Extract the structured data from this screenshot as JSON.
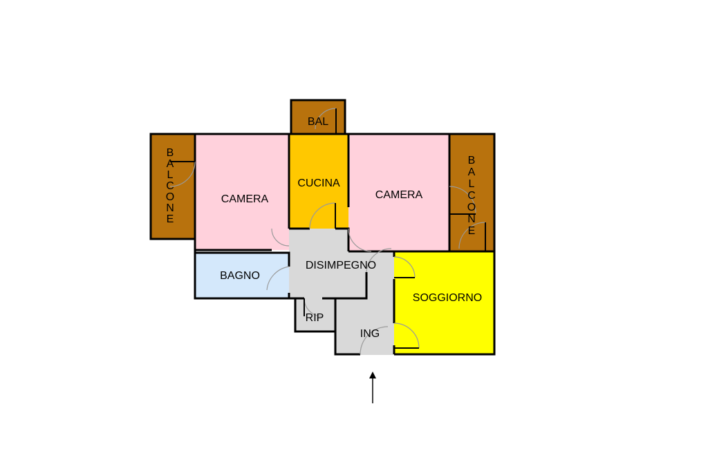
{
  "rooms": {
    "balcone_left": "BALCONE",
    "camera_left": "CAMERA",
    "bal": "BAL",
    "cucina": "CUCINA",
    "camera_right": "CAMERA",
    "balcone_right": "BALCONE",
    "bagno": "BAGNO",
    "disimpegno": "DISIMPEGNO",
    "rip": "RIP",
    "ing": "ING",
    "soggiorno": "SOGGIORNO"
  },
  "colors": {
    "balcone": "#b8720d",
    "camera": "#ffd1dc",
    "cucina": "#ffc800",
    "bagno": "#d4e8fb",
    "disimpegno": "#d9d9d9",
    "soggiorno": "#ffff00",
    "wall": "#000000"
  },
  "icons": {
    "entrance": "up-arrow-icon"
  }
}
